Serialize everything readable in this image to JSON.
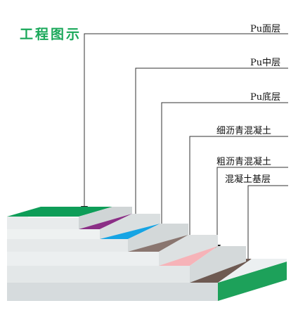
{
  "title": "工程图示",
  "layers": [
    {
      "label": "Pu面层",
      "color": "#0e9d58"
    },
    {
      "label": "Pu中层",
      "color": "#8b2f86"
    },
    {
      "label": "Pu底层",
      "color": "#16a4e4"
    },
    {
      "label": "细沥青混凝土",
      "color": "#8a7670"
    },
    {
      "label": "粗沥青混凝土",
      "color": "#f6b3b8"
    },
    {
      "label": "混凝土基层",
      "color": "#6e5a52"
    }
  ]
}
